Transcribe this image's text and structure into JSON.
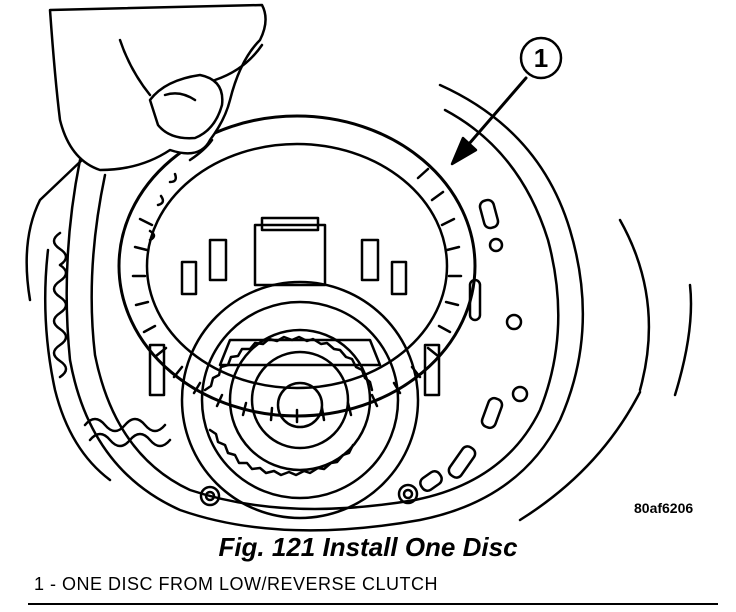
{
  "figure": {
    "callout_number": "1",
    "image_code": "80af6206",
    "caption": "Fig. 121 Install One Disc",
    "legend": [
      {
        "text": "1 - ONE DISC FROM LOW/REVERSE CLUTCH"
      }
    ]
  },
  "icons": [
    "hand-icon",
    "clutch-disc-icon",
    "arrow-icon"
  ]
}
